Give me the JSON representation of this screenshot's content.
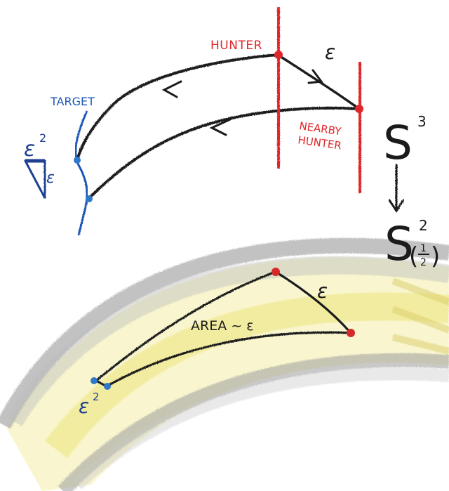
{
  "labels": {
    "hunter": "HUNTER",
    "epsilon_top": "ε",
    "nearby_hunter_line1": "NEARBY",
    "nearby_hunter_line2": "HUNTER",
    "target": "TARGET",
    "eps_squared_top": "ε",
    "eps_squared_top_exp": "2",
    "eps_side": "ε",
    "s3_base": "S",
    "s3_exp": "3",
    "arrow_down": "↓",
    "s2_base": "S",
    "s2_exp": "2",
    "s2_sub_num": "1",
    "s2_sub_den": "2",
    "area": "AREA ~ ε",
    "epsilon_bottom": "ε",
    "eps_squared_bottom": "ε",
    "eps_squared_bottom_exp": "2"
  },
  "colors": {
    "red": "#e0262b",
    "blue": "#1f57b5",
    "black": "#1b1b1b",
    "band_gray": "#9a9a9a",
    "band_yellow": "#f2e98a"
  }
}
